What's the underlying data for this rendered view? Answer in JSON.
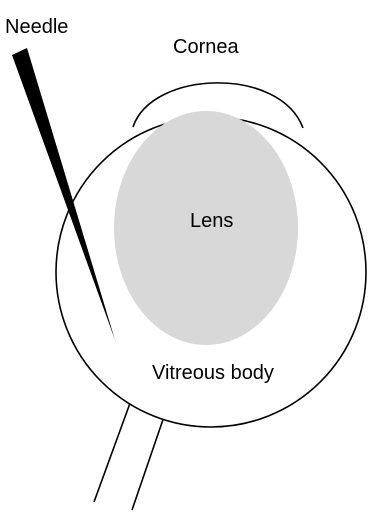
{
  "labels": {
    "needle": "Needle",
    "cornea": "Cornea",
    "lens": "Lens",
    "vitreous_body": "Vitreous body"
  },
  "colors": {
    "stroke": "#000000",
    "lens_fill": "#d8d8d8",
    "needle_fill": "#000000",
    "background": "#ffffff"
  }
}
